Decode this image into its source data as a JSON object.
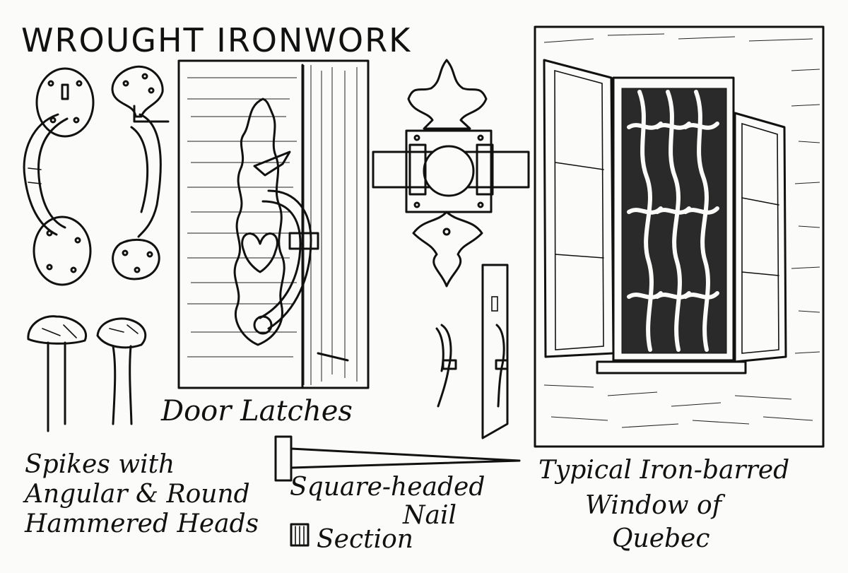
{
  "title": "WROUGHT IRONWORK",
  "captions": {
    "door_latches": "Door Latches",
    "spikes_line1": "Spikes with",
    "spikes_line2": "Angular & Round",
    "spikes_line3": "Hammered Heads",
    "nail_line1": "Square-headed",
    "nail_line2": "Nail",
    "section": "Section",
    "window_line1": "Typical Iron-barred",
    "window_line2": "Window of",
    "window_line3": "Quebec"
  }
}
